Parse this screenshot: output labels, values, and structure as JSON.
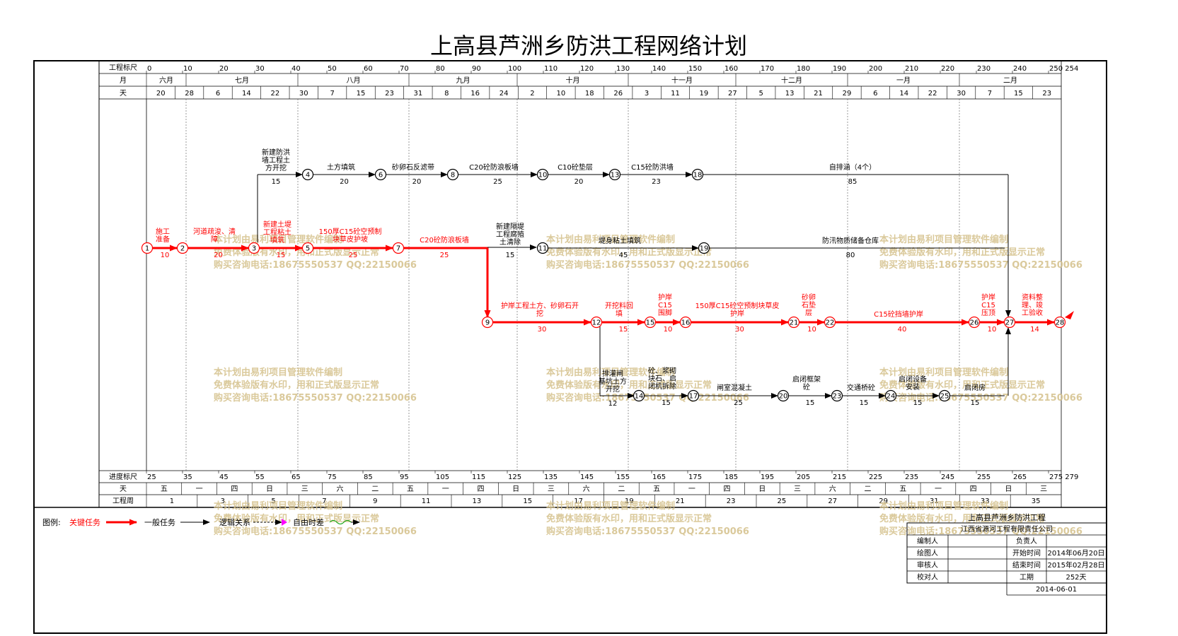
{
  "title": "上高县芦洲乡防洪工程网络计划",
  "top_scale": {
    "row_labels": [
      "工程标尺",
      "月",
      "天"
    ],
    "ticks": [
      "0",
      "10",
      "20",
      "30",
      "40",
      "50",
      "60",
      "70",
      "80",
      "90",
      "100",
      "110",
      "120",
      "130",
      "140",
      "150",
      "160",
      "170",
      "180",
      "190",
      "200",
      "210",
      "220",
      "230",
      "240",
      "250 254"
    ],
    "months": [
      "六月",
      "七月",
      "八月",
      "九月",
      "十月",
      "十一月",
      "十二月",
      "一月",
      "二月"
    ],
    "days": [
      "20",
      "28",
      "6",
      "14",
      "22",
      "30",
      "7",
      "15",
      "23",
      "31",
      "8",
      "16",
      "24",
      "2",
      "10",
      "18",
      "26",
      "3",
      "11",
      "19",
      "27",
      "5",
      "13",
      "21",
      "29",
      "6",
      "14",
      "22",
      "30",
      "7",
      "15",
      "23"
    ]
  },
  "bottom_scale": {
    "row_labels": [
      "进度标尺",
      "天",
      "工程周"
    ],
    "ticks": [
      "25",
      "35",
      "45",
      "55",
      "65",
      "75",
      "85",
      "95",
      "105",
      "115",
      "125",
      "135",
      "145",
      "155",
      "165",
      "175",
      "185",
      "195",
      "205",
      "215",
      "225",
      "235",
      "245",
      "255",
      "265",
      "275 279"
    ],
    "weekdays": [
      "五",
      "一",
      "四",
      "日",
      "三",
      "六",
      "二",
      "五",
      "一",
      "四",
      "日",
      "三",
      "六",
      "二",
      "五",
      "一",
      "四",
      "日",
      "三",
      "六",
      "二",
      "五",
      "一",
      "四",
      "日",
      "三"
    ],
    "weeks": [
      "1",
      "3",
      "5",
      "7",
      "9",
      "11",
      "13",
      "15",
      "17",
      "19",
      "21",
      "23",
      "25",
      "27",
      "29",
      "31",
      "33",
      "35"
    ]
  },
  "nodes": [
    "1",
    "2",
    "3",
    "4",
    "5",
    "6",
    "7",
    "8",
    "9",
    "10",
    "11",
    "12",
    "13",
    "14",
    "15",
    "16",
    "17",
    "18",
    "19",
    "20",
    "21",
    "22",
    "23",
    "24",
    "25",
    "26",
    "27",
    "28"
  ],
  "tasks": [
    {
      "label": "施工准备",
      "duration": "10",
      "critical": true
    },
    {
      "label": "河道疏浚、清障",
      "duration": "20",
      "critical": true
    },
    {
      "label": "新建防洪墙工程土方开挖",
      "duration": "15",
      "critical": false
    },
    {
      "label": "新建土堤工程粘土填筑",
      "duration": "15",
      "critical": true
    },
    {
      "label": "土方填筑",
      "duration": "20",
      "critical": false
    },
    {
      "label": "150厚C15砼空预制块草皮护坡",
      "duration": "25",
      "critical": true
    },
    {
      "label": "砂卵石反滤带",
      "duration": "20",
      "critical": false
    },
    {
      "label": "C20砼防浪板墙",
      "duration": "25",
      "critical": true
    },
    {
      "label": "C20砼防浪板墙",
      "duration": "25",
      "critical": false
    },
    {
      "label": "C10砼垫层",
      "duration": "20",
      "critical": false
    },
    {
      "label": "C15砼防洪墙",
      "duration": "23",
      "critical": false
    },
    {
      "label": "自排涵（4个）",
      "duration": "85",
      "critical": false
    },
    {
      "label": "新建隔堤工程腐殖土清除",
      "duration": "15",
      "critical": false
    },
    {
      "label": "堤身粘土填筑",
      "duration": "45",
      "critical": false
    },
    {
      "label": "防汛物质储备仓库",
      "duration": "80",
      "critical": false
    },
    {
      "label": "护岸工程土方、砂卵石开挖",
      "duration": "30",
      "critical": true
    },
    {
      "label": "开挖料回填",
      "duration": "15",
      "critical": true
    },
    {
      "label": "护岸C15围脚",
      "duration": "10",
      "critical": true
    },
    {
      "label": "150厚C15砼空预制块草皮护岸",
      "duration": "30",
      "critical": true
    },
    {
      "label": "砂卵石垫层",
      "duration": "10",
      "critical": true
    },
    {
      "label": "C15砼挡墙护岸",
      "duration": "40",
      "critical": true
    },
    {
      "label": "护岸C15压顶",
      "duration": "10",
      "critical": true
    },
    {
      "label": "资料整理、竣工验收",
      "duration": "14",
      "critical": true
    },
    {
      "label": "排灌闸基坑土方开挖",
      "duration": "12",
      "critical": false
    },
    {
      "label": "砼、浆砌块石、启闭机拆除",
      "duration": "15",
      "critical": false
    },
    {
      "label": "闸室混凝土",
      "duration": "25",
      "critical": false
    },
    {
      "label": "启闭框架砼",
      "duration": "15",
      "critical": false
    },
    {
      "label": "交通桥砼",
      "duration": "15",
      "critical": false
    },
    {
      "label": "启闭设备安装",
      "duration": "15",
      "critical": false
    },
    {
      "label": "启闭房",
      "duration": "15",
      "critical": false
    }
  ],
  "watermark": {
    "line1": "本计划由易利项目管理软件编制",
    "line2": "免费体验版有水印，用和正式版显示正常",
    "line3": "购买咨询电话:18675550537 QQ:22150066"
  },
  "legend": {
    "label": "图例:",
    "critical": "关键任务",
    "normal": "一般任务",
    "logic": "逻辑关系",
    "float": "自由时差"
  },
  "title_block": {
    "project": "上高县芦洲乡防洪工程",
    "company": "江西省源河工程有限责任公司",
    "rows": [
      {
        "label": "编制人",
        "label2": "负责人",
        "value": ""
      },
      {
        "label": "绘图人",
        "label2": "开始时间",
        "value": "2014年06月20日"
      },
      {
        "label": "审核人",
        "label2": "结束时间",
        "value": "2015年02月28日"
      },
      {
        "label": "校对人",
        "label2": "工期",
        "value": "252天"
      }
    ],
    "date": "2014-06-01"
  },
  "colors": {
    "critical": "#ff0000",
    "normal": "#000000",
    "watermark": "#d4c08a",
    "float": "#ff00ff"
  }
}
